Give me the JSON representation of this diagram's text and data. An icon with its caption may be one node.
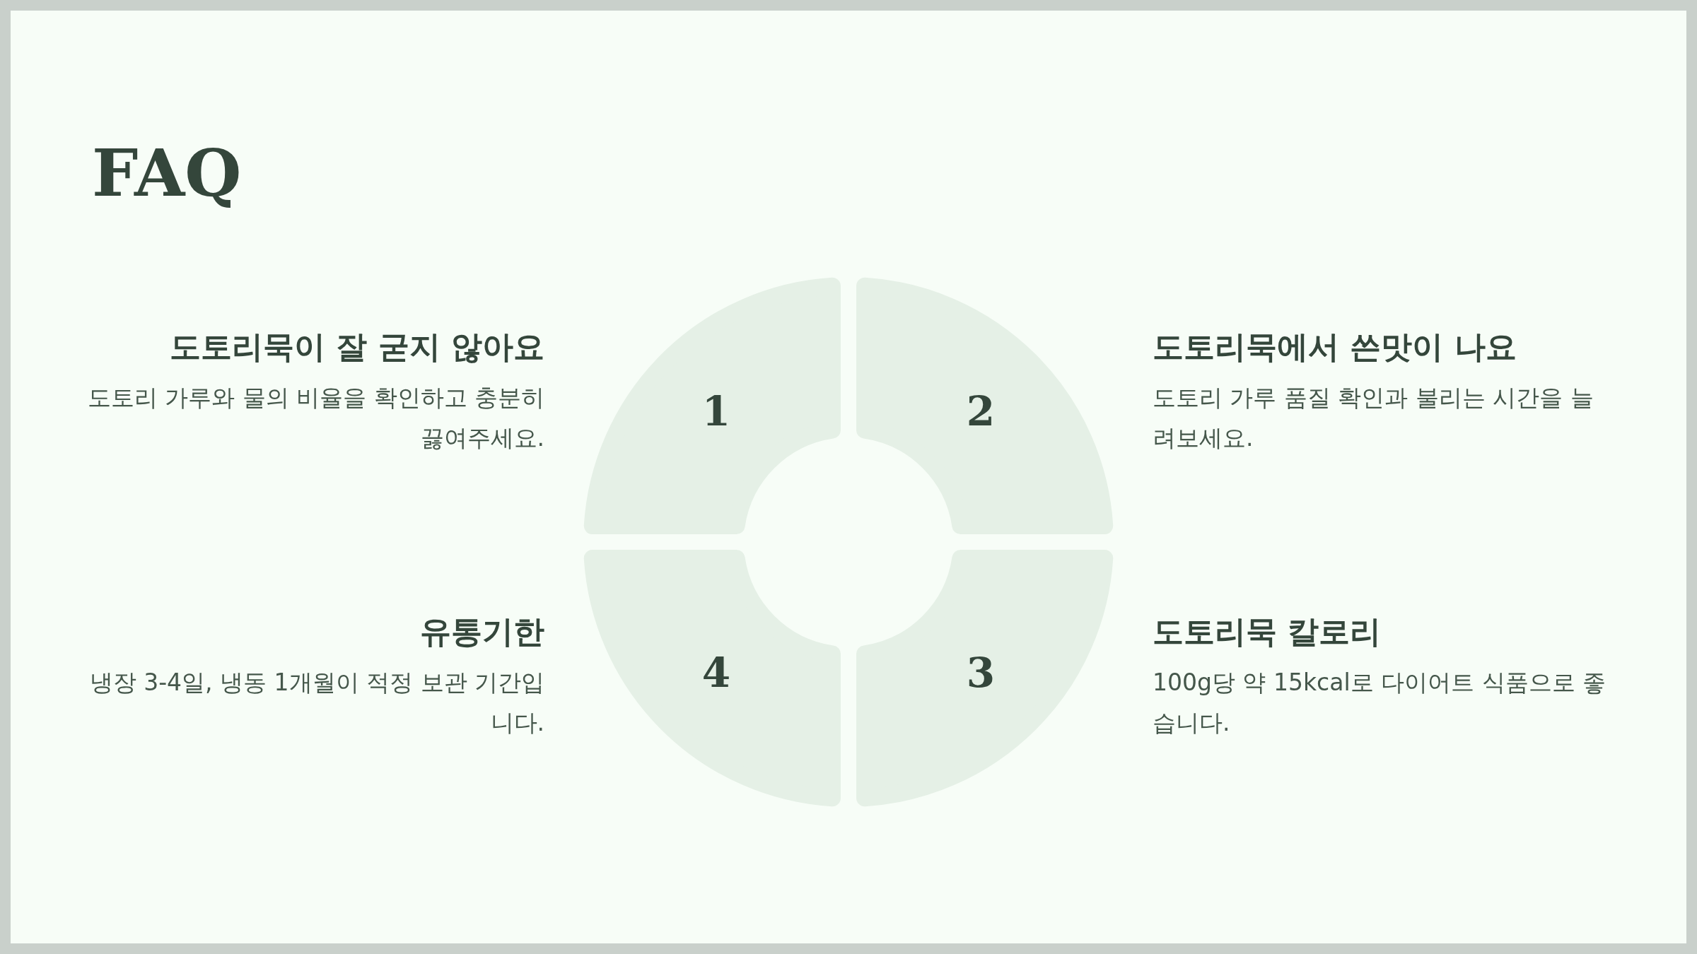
{
  "diagram": {
    "title": "FAQ",
    "nodes": [
      {
        "text": [
          "도토리묵이 잘 굳지 않아요",
          "도토리 가루와 물의 비율을 확인하고 충분히 끓여주세요."
        ]
      },
      {
        "text": [
          "1"
        ]
      },
      {
        "text": [
          "2"
        ]
      },
      {
        "text": [
          "도토리묵에서 쓴맛이 나요",
          "도토리 가루 품질 확인과 불리는 시간을 늘려보세요."
        ]
      },
      {
        "text": [
          "유통기한",
          "냉장 3-4일, 냉동 1개월이 적정 보관 기간입니다."
        ]
      },
      {
        "text": [
          "4"
        ]
      },
      {
        "text": [
          "3"
        ]
      },
      {
        "text": [
          "도토리묵 칼로리",
          "100g당 약 15kcal로 다이어트 식품으로 좋습니다."
        ]
      }
    ],
    "edges": []
  }
}
